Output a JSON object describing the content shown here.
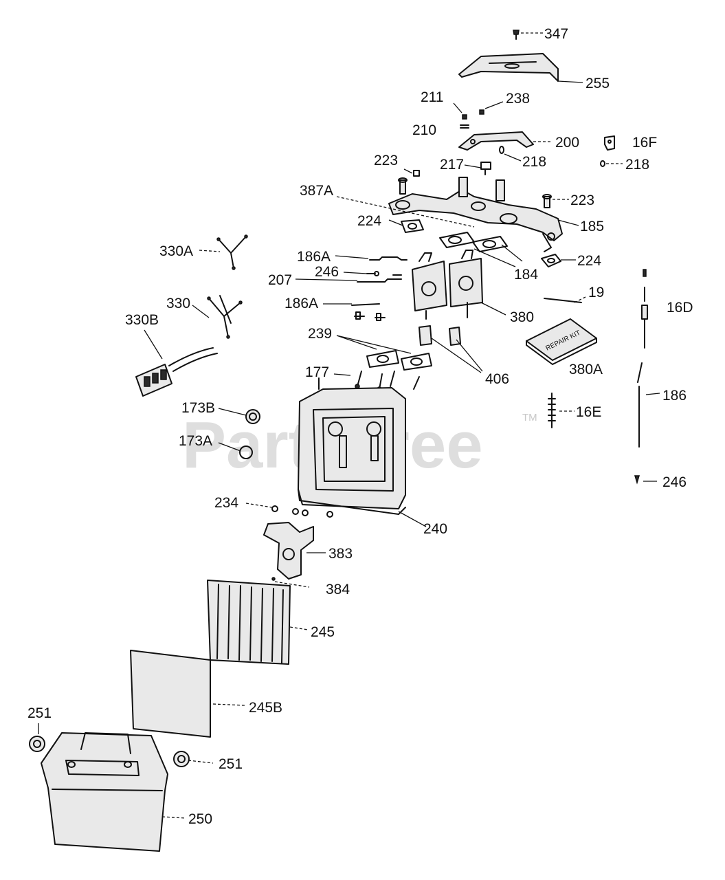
{
  "watermark": {
    "text": "PartsTree",
    "tm": "TM"
  },
  "parts": {
    "p347": "347",
    "p255": "255",
    "p211": "211",
    "p238": "238",
    "p210": "210",
    "p200": "200",
    "p16F": "16F",
    "p218a": "218",
    "p218b": "218",
    "p223a": "223",
    "p217": "217",
    "p387A": "387A",
    "p223b": "223",
    "p224a": "224",
    "p185": "185",
    "p330A": "330A",
    "p186Aa": "186A",
    "p224b": "224",
    "p184": "184",
    "p246a": "246",
    "p207": "207",
    "p19": "19",
    "p330": "330",
    "p16D": "16D",
    "p186Ab": "186A",
    "p380": "380",
    "p330B": "330B",
    "p239": "239",
    "p406": "406",
    "p380A": "380A",
    "p177": "177",
    "p186": "186",
    "p16E": "16E",
    "p173B": "173B",
    "p173A": "173A",
    "p246b": "246",
    "p234": "234",
    "p240": "240",
    "p383": "383",
    "p384": "384",
    "p245": "245",
    "p245B": "245B",
    "p251a": "251",
    "p251b": "251",
    "p250": "250"
  },
  "repair_kit_text": "REPAIR KIT"
}
